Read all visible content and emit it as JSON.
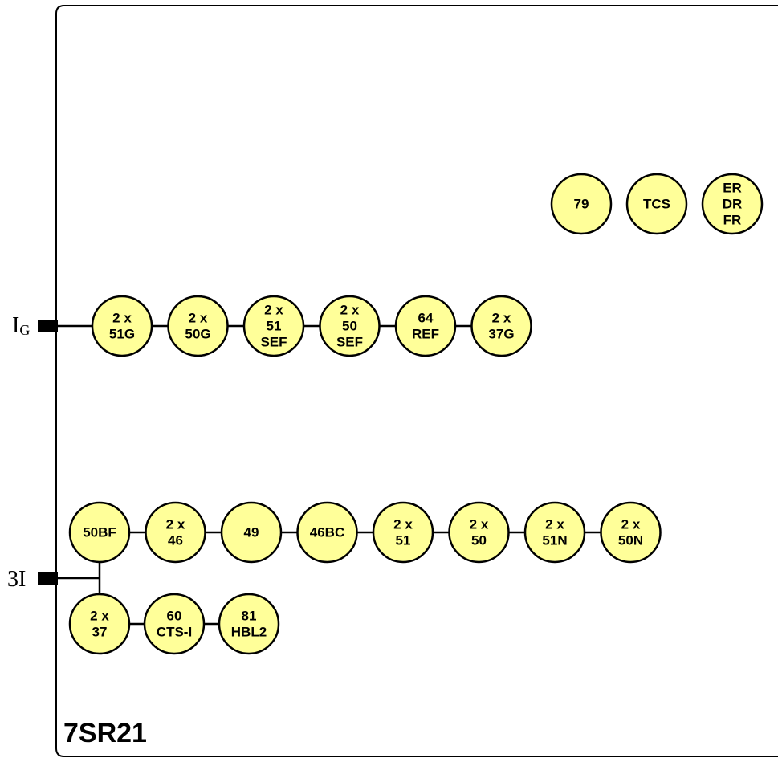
{
  "device": {
    "model": "7SR21"
  },
  "colors": {
    "circle_fill": "#FFFF99",
    "stroke": "#000000",
    "background": "#FFFFFF"
  },
  "inputs": {
    "ig": {
      "main": "I",
      "sub": "G"
    },
    "three_phase": {
      "label": "3I"
    }
  },
  "top_functions": [
    [
      "79"
    ],
    [
      "TCS"
    ],
    [
      "ER",
      "DR",
      "FR"
    ]
  ],
  "earth_functions": [
    [
      "2 x",
      "51G"
    ],
    [
      "2 x",
      "50G"
    ],
    [
      "2 x",
      "51",
      "SEF"
    ],
    [
      "2 x",
      "50",
      "SEF"
    ],
    [
      "64",
      "REF"
    ],
    [
      "2 x",
      "37G"
    ]
  ],
  "phase_functions": [
    [
      "50BF"
    ],
    [
      "2 x",
      "46"
    ],
    [
      "49"
    ],
    [
      "46BC"
    ],
    [
      "2 x",
      "51"
    ],
    [
      "2 x",
      "50"
    ],
    [
      "2 x",
      "51N"
    ],
    [
      "2 x",
      "50N"
    ]
  ],
  "phase_functions_lower": [
    [
      "2 x",
      "37"
    ],
    [
      "60",
      "CTS-I"
    ],
    [
      "81",
      "HBL2"
    ]
  ]
}
